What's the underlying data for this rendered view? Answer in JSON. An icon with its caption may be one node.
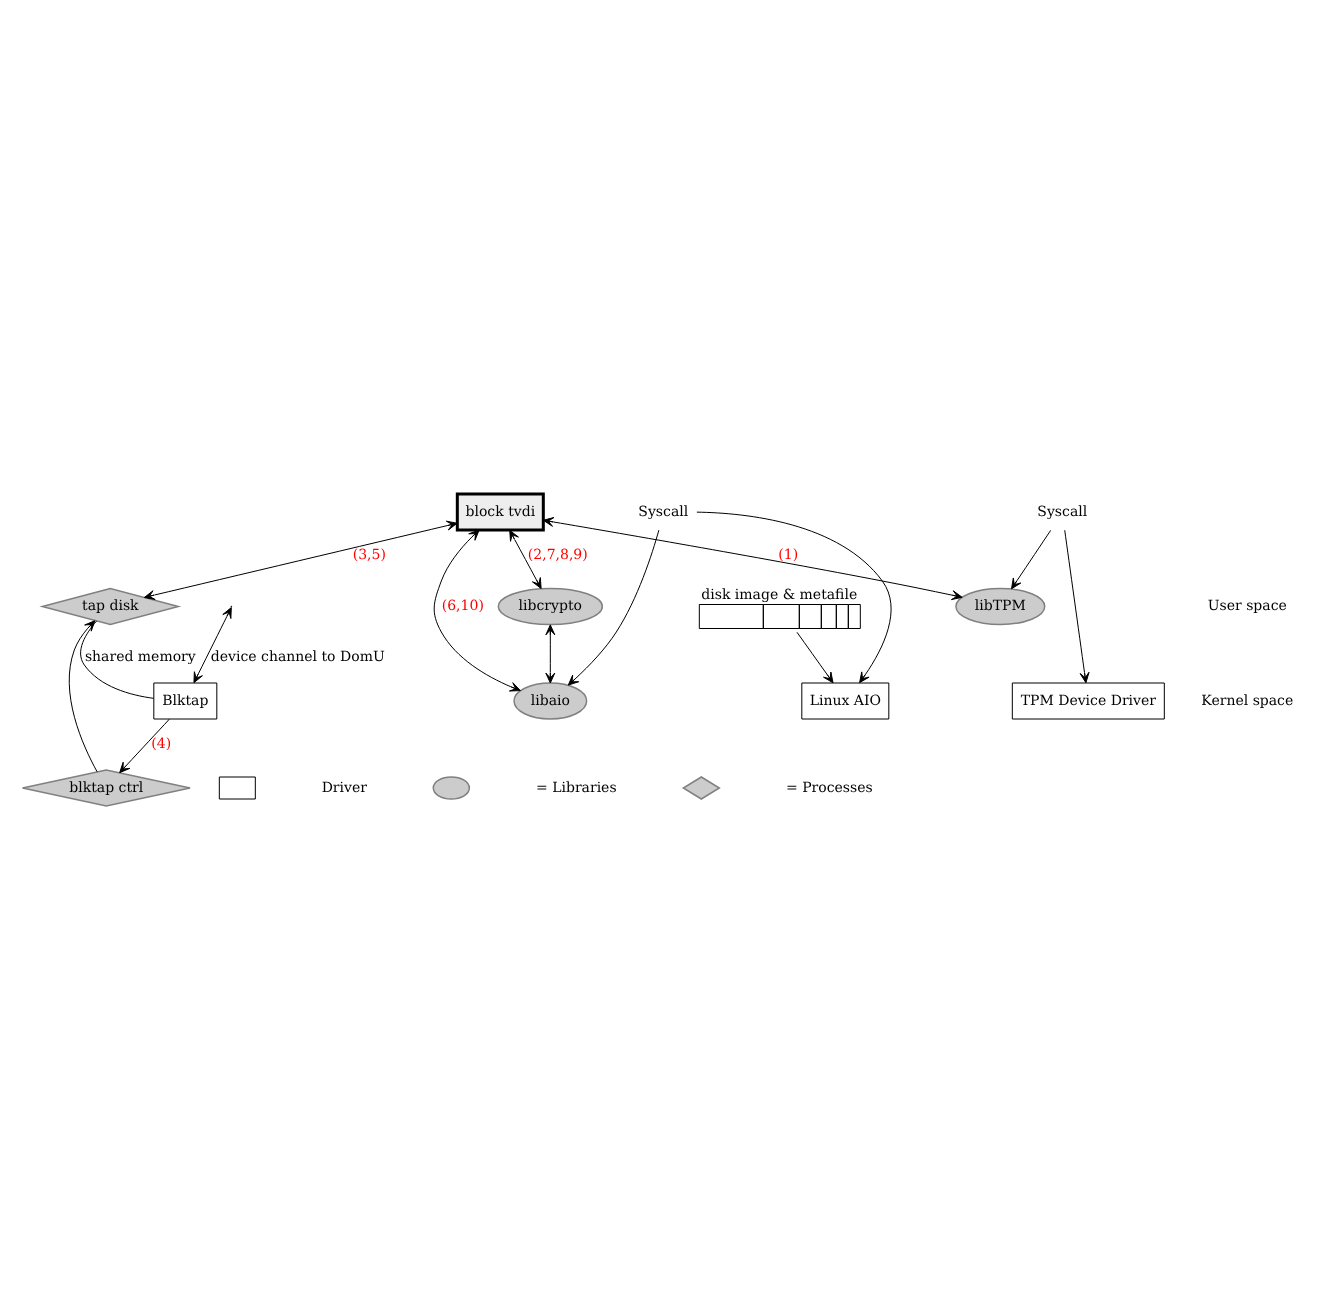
{
  "diagram": {
    "nodes": [
      {
        "text": [
          "tap disk"
        ]
      },
      {
        "text": [
          "blktap ctrl"
        ]
      },
      {
        "text": [
          "block tvdi"
        ]
      },
      {
        "text": [
          "libcrypto"
        ]
      },
      {
        "text": [
          "disk image & metafile"
        ]
      },
      {
        "text": [
          "libaio"
        ]
      },
      {
        "text": [
          "libTPM"
        ]
      },
      {
        "text": [
          "Syscall"
        ]
      },
      {
        "text": [
          "Syscall"
        ]
      },
      {
        "text": [
          "Linux AIO"
        ]
      },
      {
        "text": [
          "TPM Device Driver"
        ]
      },
      {
        "text": [
          "Blktap"
        ]
      }
    ],
    "edges": [
      {
        "from": 2,
        "to": 0,
        "arrow": "both",
        "label": "(3,5)"
      },
      {
        "from": 1,
        "to": 0,
        "arrow": "to"
      },
      {
        "from": 2,
        "to": 3,
        "arrow": "both",
        "label": "(2,7,8,9)"
      },
      {
        "from": 2,
        "to": 5,
        "arrow": "both",
        "label": "(6,10)"
      },
      {
        "from": 2,
        "to": 6,
        "arrow": "both",
        "label": "(1)"
      },
      {
        "from": 3,
        "to": 5,
        "arrow": "both"
      },
      {
        "from": 4,
        "to": 9,
        "arrow": "to"
      },
      {
        "from": 7,
        "to": 5,
        "arrow": "to"
      },
      {
        "from": 7,
        "to": 9,
        "arrow": "to"
      },
      {
        "from": 8,
        "to": 6,
        "arrow": "to"
      },
      {
        "from": 8,
        "to": 10,
        "arrow": "to"
      },
      {
        "from": 0,
        "to": 11,
        "arrow": "none",
        "label": "shared memory"
      },
      {
        "from": 11,
        "to": 1,
        "arrow": "to",
        "label": "(4)"
      },
      {
        "from": null,
        "to": 11,
        "arrow": "both",
        "label": "device channel to DomU"
      }
    ],
    "labels": [
      "User space",
      "Kernel space"
    ],
    "legend": [
      {
        "text": "Driver"
      },
      {
        "text": "= Libraries"
      },
      {
        "text": "= Processes"
      }
    ]
  }
}
